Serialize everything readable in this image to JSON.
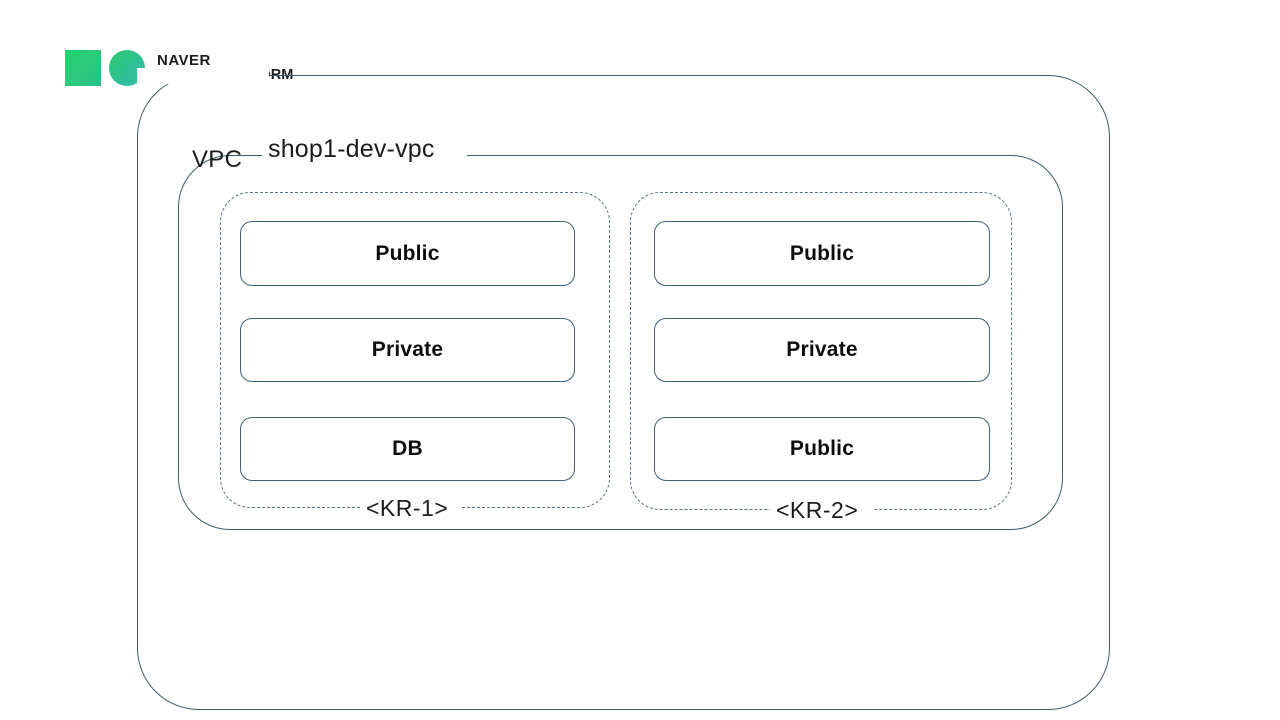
{
  "logo": {
    "icon_square": "green-square-icon",
    "icon_circle": "green-circle-icon",
    "line1": "NAVER",
    "line2": "CLOUD PLATFORM",
    "colors": {
      "square_start": "#18d66e",
      "square_end": "#27c08a",
      "circle_start": "#2fc96f",
      "circle_end": "#35bcb0"
    }
  },
  "diagram": {
    "line_color": "#3f5c6b",
    "dashed_color": "#5a7384",
    "subnet_border": "#40607a",
    "vpc": {
      "label": "VPC",
      "name": "shop1-dev-vpc"
    },
    "zones": [
      {
        "label": "<KR-1>",
        "subnets": [
          {
            "label": "Public"
          },
          {
            "label": "Private"
          },
          {
            "label": "DB"
          }
        ]
      },
      {
        "label": "<KR-2>",
        "subnets": [
          {
            "label": "Public"
          },
          {
            "label": "Private"
          },
          {
            "label": "Public"
          }
        ]
      }
    ]
  }
}
